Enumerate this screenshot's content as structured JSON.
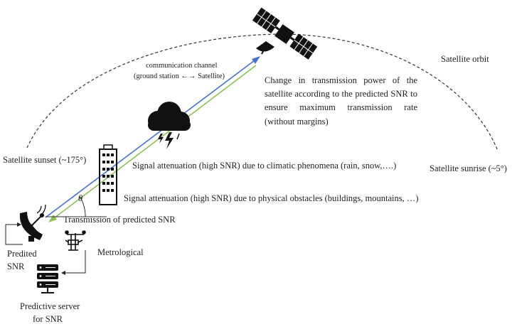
{
  "channel": {
    "line1": "communication channel",
    "line2": "(ground station ←→ Satellite)"
  },
  "power_change": {
    "line1": "Change in transmission power of the",
    "line2": "satellite according to the predicted SNR to",
    "line3": "ensure maximum transmission rate",
    "line4": "(without margins)"
  },
  "orbit_label": "Satellite orbit",
  "sunset_label": "Satellite sunset (~175°)",
  "sunrise_label": "Satellite sunrise (~5°)",
  "climatic_label": "Signal attenuation (high SNR) due to climatic phenomena (rain, snow,….)",
  "obstacle_label": "Signal attenuation (high SNR) due to physical obstacles (buildings, mountains, …)",
  "transmission_label": "Transmission of predicted SNR",
  "theta_label": "θ",
  "predicted_label": {
    "line1": "Predited",
    "line2": "SNR"
  },
  "meteo_label": "Metrological",
  "server_label": {
    "line1": "Predictive server",
    "line2": "for SNR"
  },
  "colors": {
    "uplink": "#4a72c4",
    "downlink": "#8cbf5a",
    "lines": "#222222",
    "icons": "#111111"
  },
  "icons": [
    "satellite-icon",
    "cloud-storm-icon",
    "building-icon",
    "dish-antenna-icon",
    "weather-station-icon",
    "server-icon"
  ]
}
